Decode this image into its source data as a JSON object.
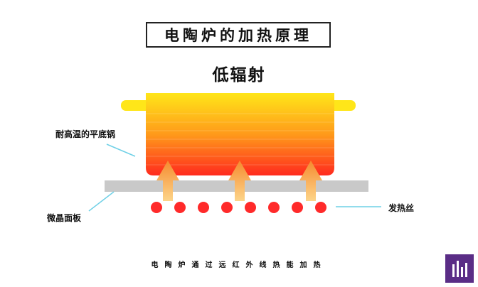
{
  "title": "电陶炉的加热原理",
  "subtitle": "低辐射",
  "labels": {
    "pot": "耐高温的平底锅",
    "panel": "微晶面板",
    "heating_wire": "发热丝"
  },
  "caption": "电陶炉通过远红外线热能加热",
  "colors": {
    "pot_top": "#ffe619",
    "pot_bottom": "#ff2a1e",
    "arrow": "#f79a3c",
    "panel": "#c9c9c9",
    "dots": "#ff2a2a",
    "leader_lines": "#6fd0e6",
    "logo": "#5a2d86"
  },
  "heating_dots_count": 8,
  "heat_arrows_count": 3
}
